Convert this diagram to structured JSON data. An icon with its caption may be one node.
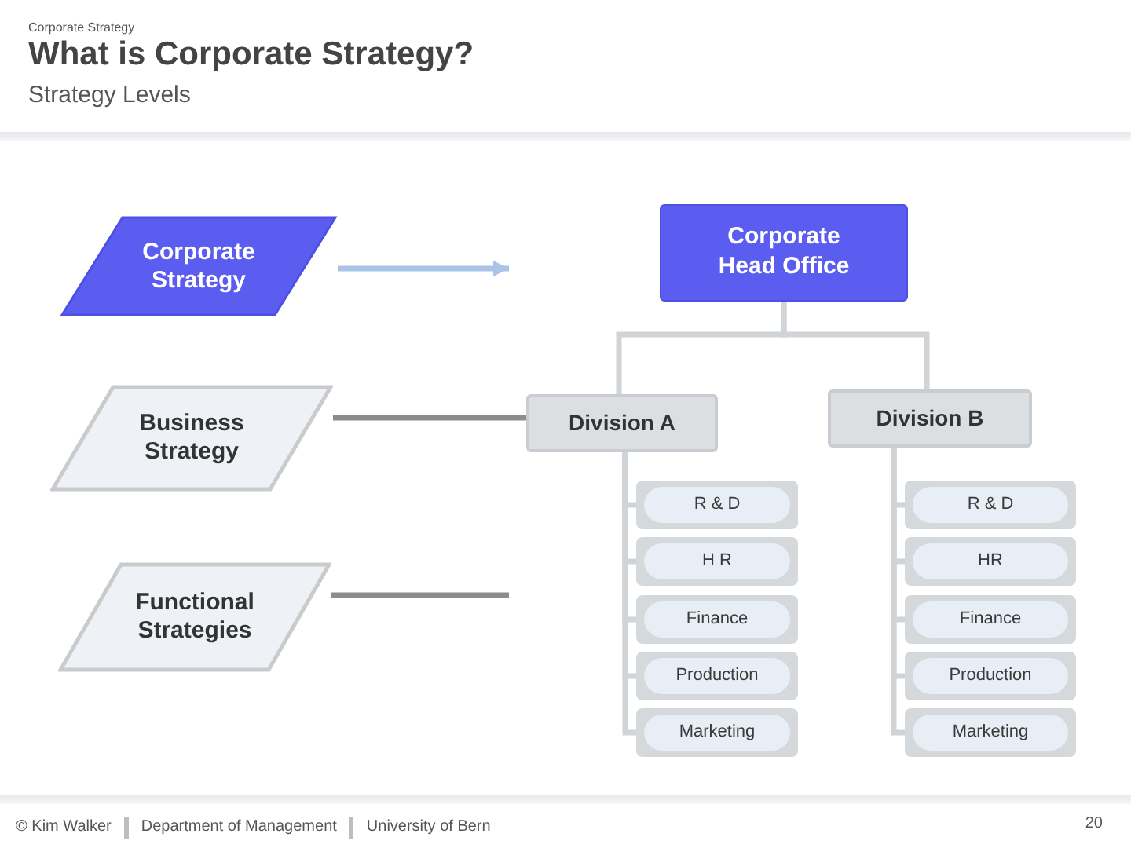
{
  "diagram": {
    "title": "What is Corporate Strategy?",
    "nodes": [
      {
        "text": [
          "Corporate Strategy"
        ]
      },
      {
        "text": [
          "Business Strategy"
        ]
      },
      {
        "text": [
          "Functional Strategies"
        ]
      },
      {
        "text": [
          "Corporate Head Office"
        ]
      },
      {
        "text": [
          "Division A"
        ]
      },
      {
        "text": [
          "Division B"
        ]
      },
      {
        "text": [
          "R & D"
        ]
      },
      {
        "text": [
          "H R"
        ]
      },
      {
        "text": [
          "Finance"
        ]
      },
      {
        "text": [
          "Production"
        ]
      },
      {
        "text": [
          "Marketing"
        ]
      },
      {
        "text": [
          "R & D"
        ]
      },
      {
        "text": [
          "HR"
        ]
      },
      {
        "text": [
          "Finance"
        ]
      },
      {
        "text": [
          "Production"
        ]
      },
      {
        "text": [
          "Marketing"
        ]
      }
    ],
    "edges": [
      {
        "from": 0,
        "to": null,
        "arrow": "to",
        "color": "#a9c4e4"
      },
      {
        "from": 1,
        "to": 4,
        "arrow": "none",
        "color": "#8c8c8c"
      },
      {
        "from": 2,
        "to": null,
        "arrow": "none",
        "color": "#8c8c8c"
      },
      {
        "from": 3,
        "to": 4,
        "arrow": "none"
      },
      {
        "from": 3,
        "to": 5,
        "arrow": "none"
      },
      {
        "from": 4,
        "to": 6,
        "arrow": "none"
      },
      {
        "from": 4,
        "to": 7,
        "arrow": "none"
      },
      {
        "from": 4,
        "to": 8,
        "arrow": "none"
      },
      {
        "from": 4,
        "to": 9,
        "arrow": "none"
      },
      {
        "from": 4,
        "to": 10,
        "arrow": "none"
      },
      {
        "from": 5,
        "to": 11,
        "arrow": "none"
      },
      {
        "from": 5,
        "to": 12,
        "arrow": "none"
      },
      {
        "from": 5,
        "to": 13,
        "arrow": "none"
      },
      {
        "from": 5,
        "to": 14,
        "arrow": "none"
      },
      {
        "from": 5,
        "to": 15,
        "arrow": "none"
      }
    ],
    "labels": [
      "Corporate Strategy",
      "Strategy Levels",
      "© Kim Walker",
      "Department of Management",
      "University of Bern",
      "20"
    ]
  }
}
